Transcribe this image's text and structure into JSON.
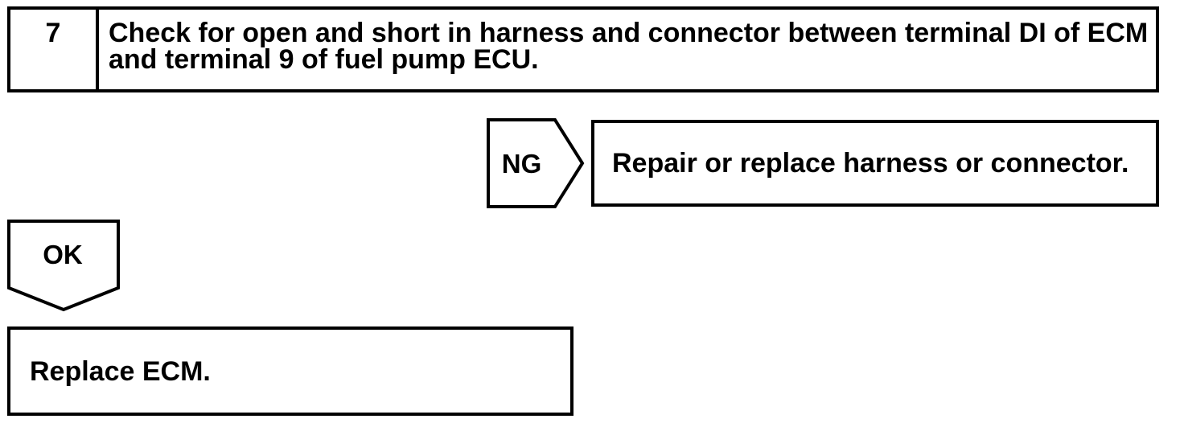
{
  "colors": {
    "line": "#000000",
    "background": "#ffffff",
    "text": "#000000"
  },
  "flowchart": {
    "step": {
      "number": "7",
      "instruction": "Check for open and short in harness and connector between terminal DI of ECM and terminal 9 of fuel pump ECU."
    },
    "ng_branch": {
      "label": "NG",
      "action": "Repair or replace harness or connector."
    },
    "ok_branch": {
      "label": "OK",
      "action": "Replace ECM."
    }
  }
}
